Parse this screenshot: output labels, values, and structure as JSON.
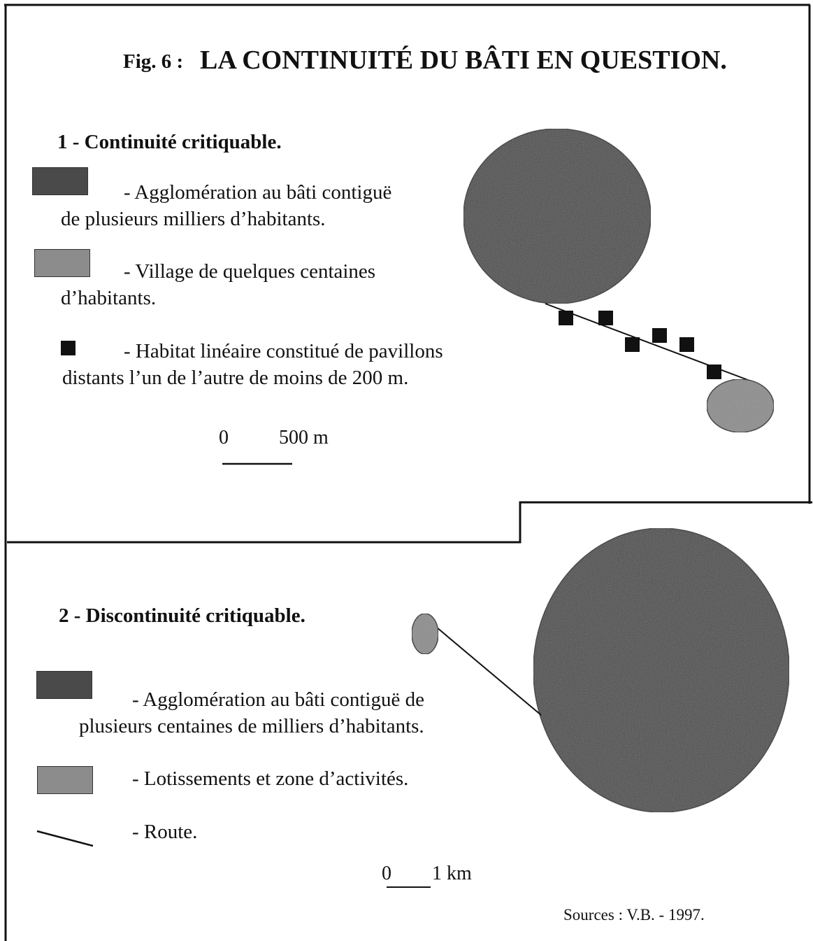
{
  "figure": {
    "number_label": "Fig. 6 :",
    "title": "LA CONTINUITÉ DU BÂTI EN QUESTION."
  },
  "section1": {
    "heading": "1 - Continuité critiquable.",
    "legend": [
      {
        "line1": "- Agglomération au bâti contiguë",
        "line2": "de plusieurs milliers d’habitants.",
        "fill": "#4a4a4a"
      },
      {
        "line1": "- Village de quelques centaines",
        "line2": "d’habitants.",
        "fill": "#8c8c8c"
      },
      {
        "line1": "- Habitat linéaire constitué de pavillons",
        "line2": "distants l’un de l’autre de moins de 200 m.",
        "fill": "#111111"
      }
    ],
    "scale": {
      "zero": "0",
      "distance": "500 m"
    }
  },
  "section2": {
    "heading": "2 - Discontinuité critiquable.",
    "legend": [
      {
        "line1": "- Agglomération au bâti contiguë de",
        "line2": "plusieurs centaines de milliers d’habitants.",
        "fill": "#4a4a4a"
      },
      {
        "line1": "- Lotissements et zone d’activités.",
        "fill": "#8c8c8c"
      },
      {
        "line1": "- Route.",
        "stroke": "#111111"
      }
    ],
    "scale": {
      "zero": "0",
      "distance": "1 km"
    }
  },
  "sources": "Sources : V.B. - 1997."
}
